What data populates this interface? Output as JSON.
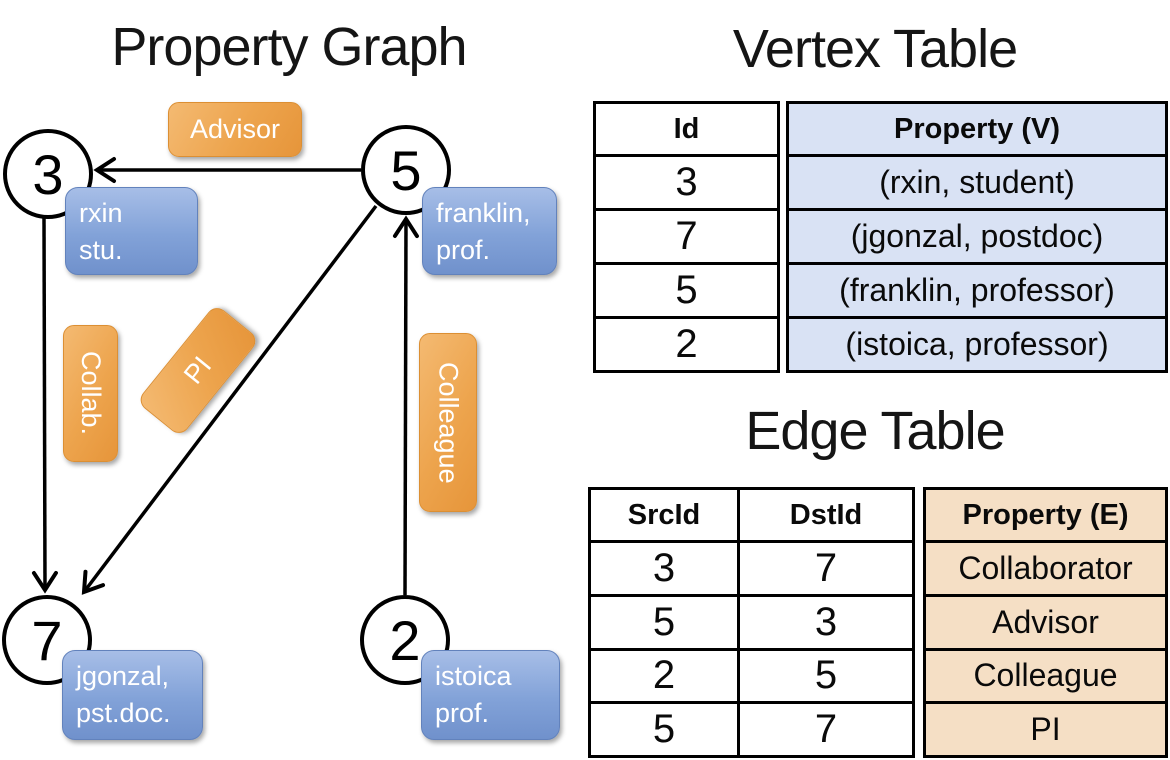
{
  "slide": {
    "graph_title": "Property Graph",
    "vertex_table_title": "Vertex Table",
    "edge_table_title": "Edge Table"
  },
  "graph": {
    "nodes": [
      {
        "id": "3",
        "label_line1": "rxin",
        "label_line2": "stu."
      },
      {
        "id": "5",
        "label_line1": "franklin,",
        "label_line2": "prof."
      },
      {
        "id": "7",
        "label_line1": "jgonzal,",
        "label_line2": "pst.doc."
      },
      {
        "id": "2",
        "label_line1": "istoica",
        "label_line2": "prof."
      }
    ],
    "edges": [
      {
        "src": "5",
        "dst": "3",
        "label": "Advisor"
      },
      {
        "src": "3",
        "dst": "7",
        "label": "Collab."
      },
      {
        "src": "5",
        "dst": "7",
        "label": "PI"
      },
      {
        "src": "2",
        "dst": "5",
        "label": "Colleague"
      }
    ]
  },
  "vertex_table": {
    "headers": {
      "id": "Id",
      "property": "Property (V)"
    },
    "rows": [
      {
        "id": "3",
        "property": "(rxin, student)"
      },
      {
        "id": "7",
        "property": "(jgonzal, postdoc)"
      },
      {
        "id": "5",
        "property": "(franklin, professor)"
      },
      {
        "id": "2",
        "property": "(istoica, professor)"
      }
    ]
  },
  "edge_table": {
    "headers": {
      "src": "SrcId",
      "dst": "DstId",
      "property": "Property (E)"
    },
    "rows": [
      {
        "src": "3",
        "dst": "7",
        "property": "Collaborator"
      },
      {
        "src": "5",
        "dst": "3",
        "property": "Advisor"
      },
      {
        "src": "2",
        "dst": "5",
        "property": "Colleague"
      },
      {
        "src": "5",
        "dst": "7",
        "property": "PI"
      }
    ]
  },
  "colors": {
    "edge_accent": "#EDA44D",
    "vertex_accent": "#82A2D8",
    "vertex_cell_bg": "#D9E2F4",
    "edge_cell_bg": "#F5DFC5",
    "line": "#000000"
  }
}
